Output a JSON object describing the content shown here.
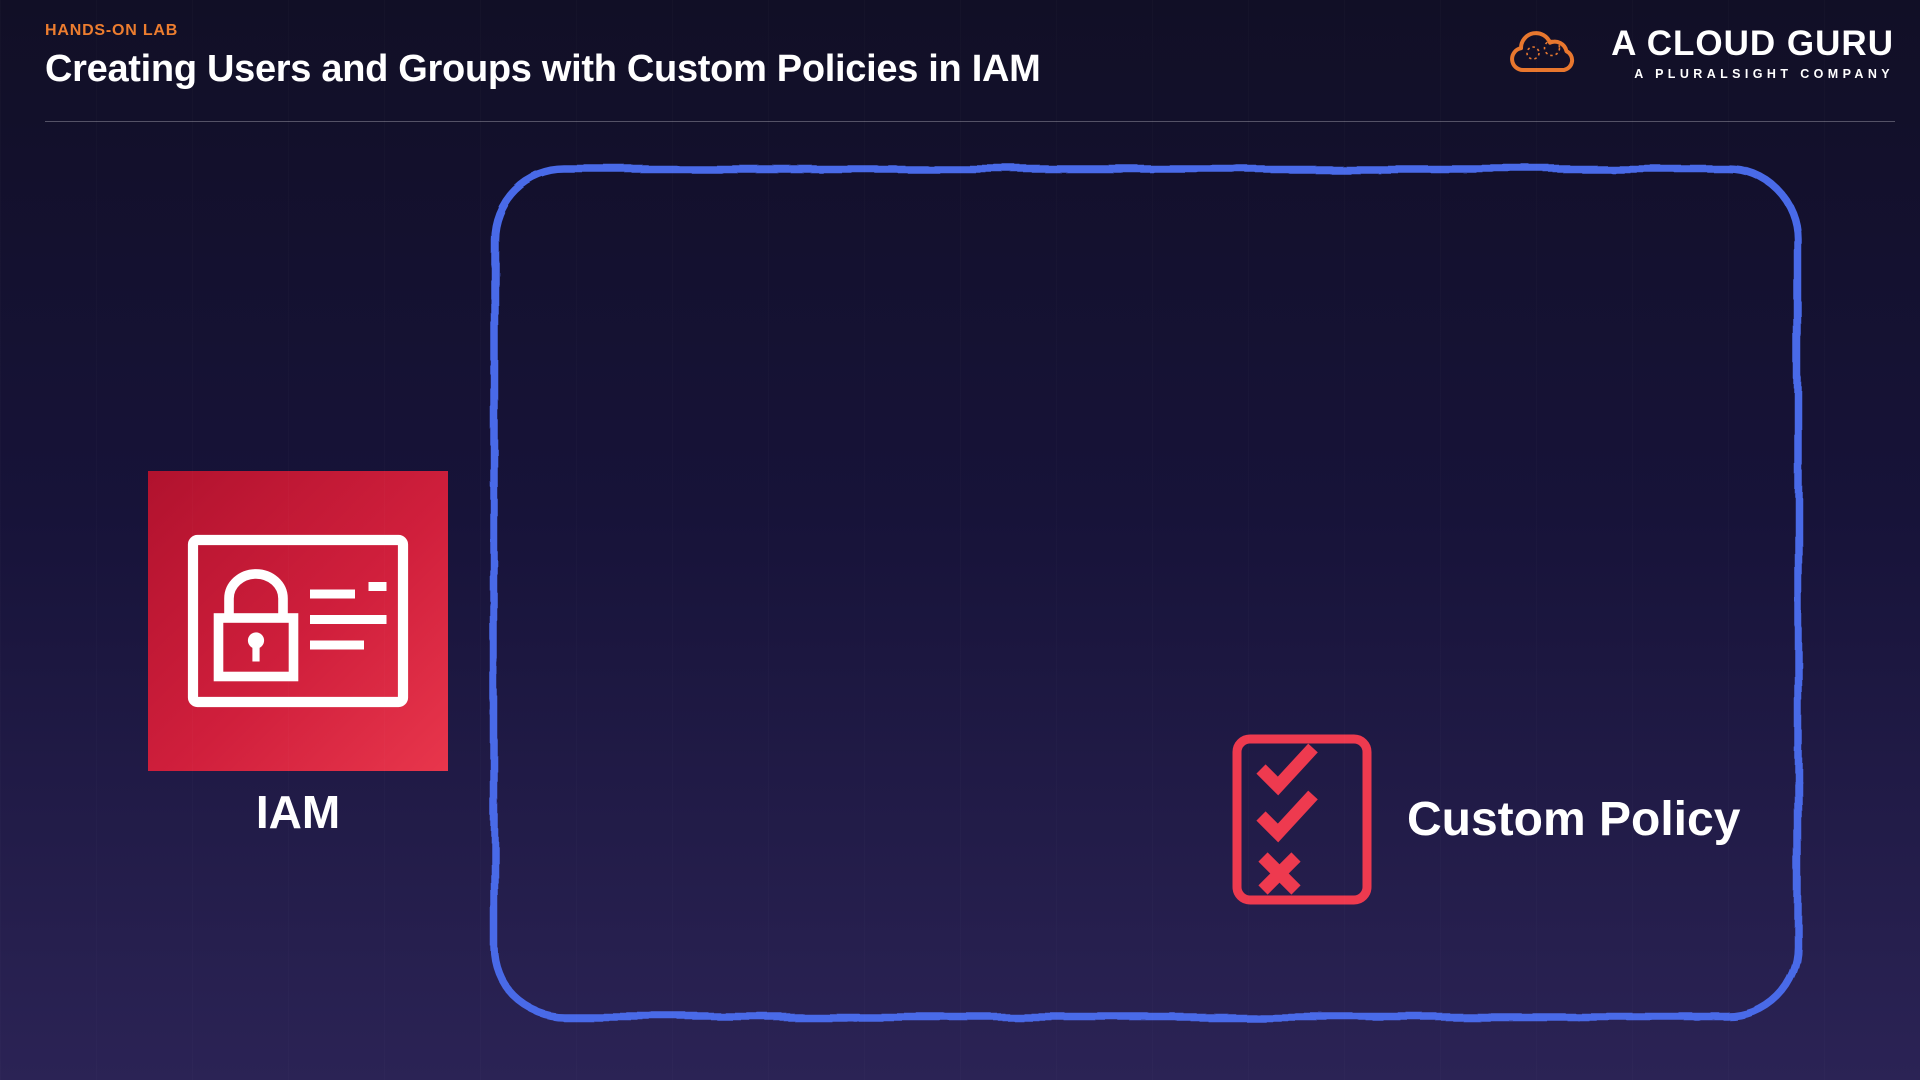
{
  "header": {
    "eyebrow": "HANDS-ON LAB",
    "title": "Creating Users and Groups with Custom Policies in IAM"
  },
  "brand": {
    "name": "A CLOUD GURU",
    "subtitle": "A PLURALSIGHT COMPANY",
    "icon": "cloud-logo-icon"
  },
  "diagram": {
    "frame": {
      "icon": "rounded-sketch-frame"
    },
    "iam": {
      "label": "IAM",
      "icon": "iam-lock-card-icon"
    },
    "custom_policy": {
      "label": "Custom Policy",
      "icon": "checklist-icon"
    }
  },
  "colors": {
    "eyebrow_orange": "#ED7D2F",
    "brand_orange": "#E8772E",
    "frame_blue": "#4A6BE8",
    "iam_red_dark": "#B1122E",
    "iam_red_light": "#E8364C",
    "checklist_red": "#EE3A4F",
    "background_top": "#110F26",
    "background_bottom": "#2B2355",
    "text_white": "#FFFFFF"
  }
}
